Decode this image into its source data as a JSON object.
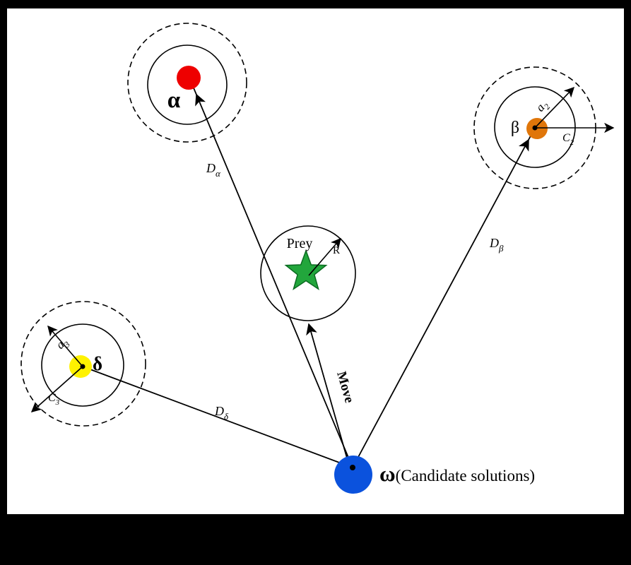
{
  "figure": {
    "background": "#ffffff",
    "frame": "#000000"
  },
  "colors": {
    "alpha_dot": "#ee0000",
    "beta_dot": "#e0760a",
    "delta_dot": "#fff200",
    "omega_dot": "#0b52dd",
    "prey_star": "#22a63c"
  },
  "labels": {
    "alpha": "α",
    "beta": "β",
    "delta": "δ",
    "omega": "ω",
    "candidate": "(Candidate solutions)",
    "prey": "Prey",
    "move": "Move",
    "radius": "R"
  },
  "distance_labels": {
    "alpha": {
      "main": "D",
      "sub": "α"
    },
    "beta": {
      "main": "D",
      "sub": "β"
    },
    "delta": {
      "main": "D",
      "sub": "δ"
    }
  },
  "vector_labels": {
    "a2": {
      "main": "a",
      "sub": "2"
    },
    "c2": {
      "main": "C",
      "sub": "2"
    },
    "a3": {
      "main": "a",
      "sub": "3"
    },
    "c3": {
      "main": "C",
      "sub": "3"
    }
  }
}
